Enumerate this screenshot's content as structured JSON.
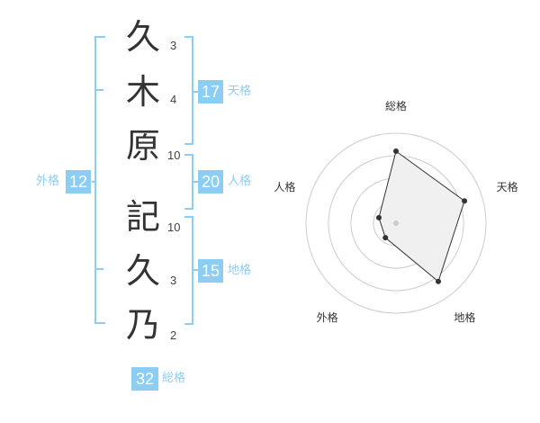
{
  "name": {
    "chars": [
      {
        "char": "久",
        "strokes": "3"
      },
      {
        "char": "木",
        "strokes": "4"
      },
      {
        "char": "原",
        "strokes": "10"
      },
      {
        "char": "記",
        "strokes": "10"
      },
      {
        "char": "久",
        "strokes": "3"
      },
      {
        "char": "乃",
        "strokes": "2"
      }
    ]
  },
  "groups": {
    "tenkaku": {
      "value": "17",
      "label": "天格"
    },
    "jinkaku": {
      "value": "20",
      "label": "人格"
    },
    "chikaku": {
      "value": "15",
      "label": "地格"
    },
    "gaikaku": {
      "value": "12",
      "label": "外格"
    },
    "soukaku": {
      "value": "32",
      "label": "総格"
    }
  },
  "colors": {
    "accent": "#8ccdf4",
    "text": "#333333",
    "grid": "#cccccc",
    "fill": "#f0f0f0"
  },
  "chart_data": {
    "type": "radar",
    "axes": [
      "総格",
      "天格",
      "地格",
      "外格",
      "人格"
    ],
    "values": [
      4,
      4,
      4,
      1,
      1
    ],
    "rmax": 5,
    "rings": 4,
    "grid": true
  }
}
